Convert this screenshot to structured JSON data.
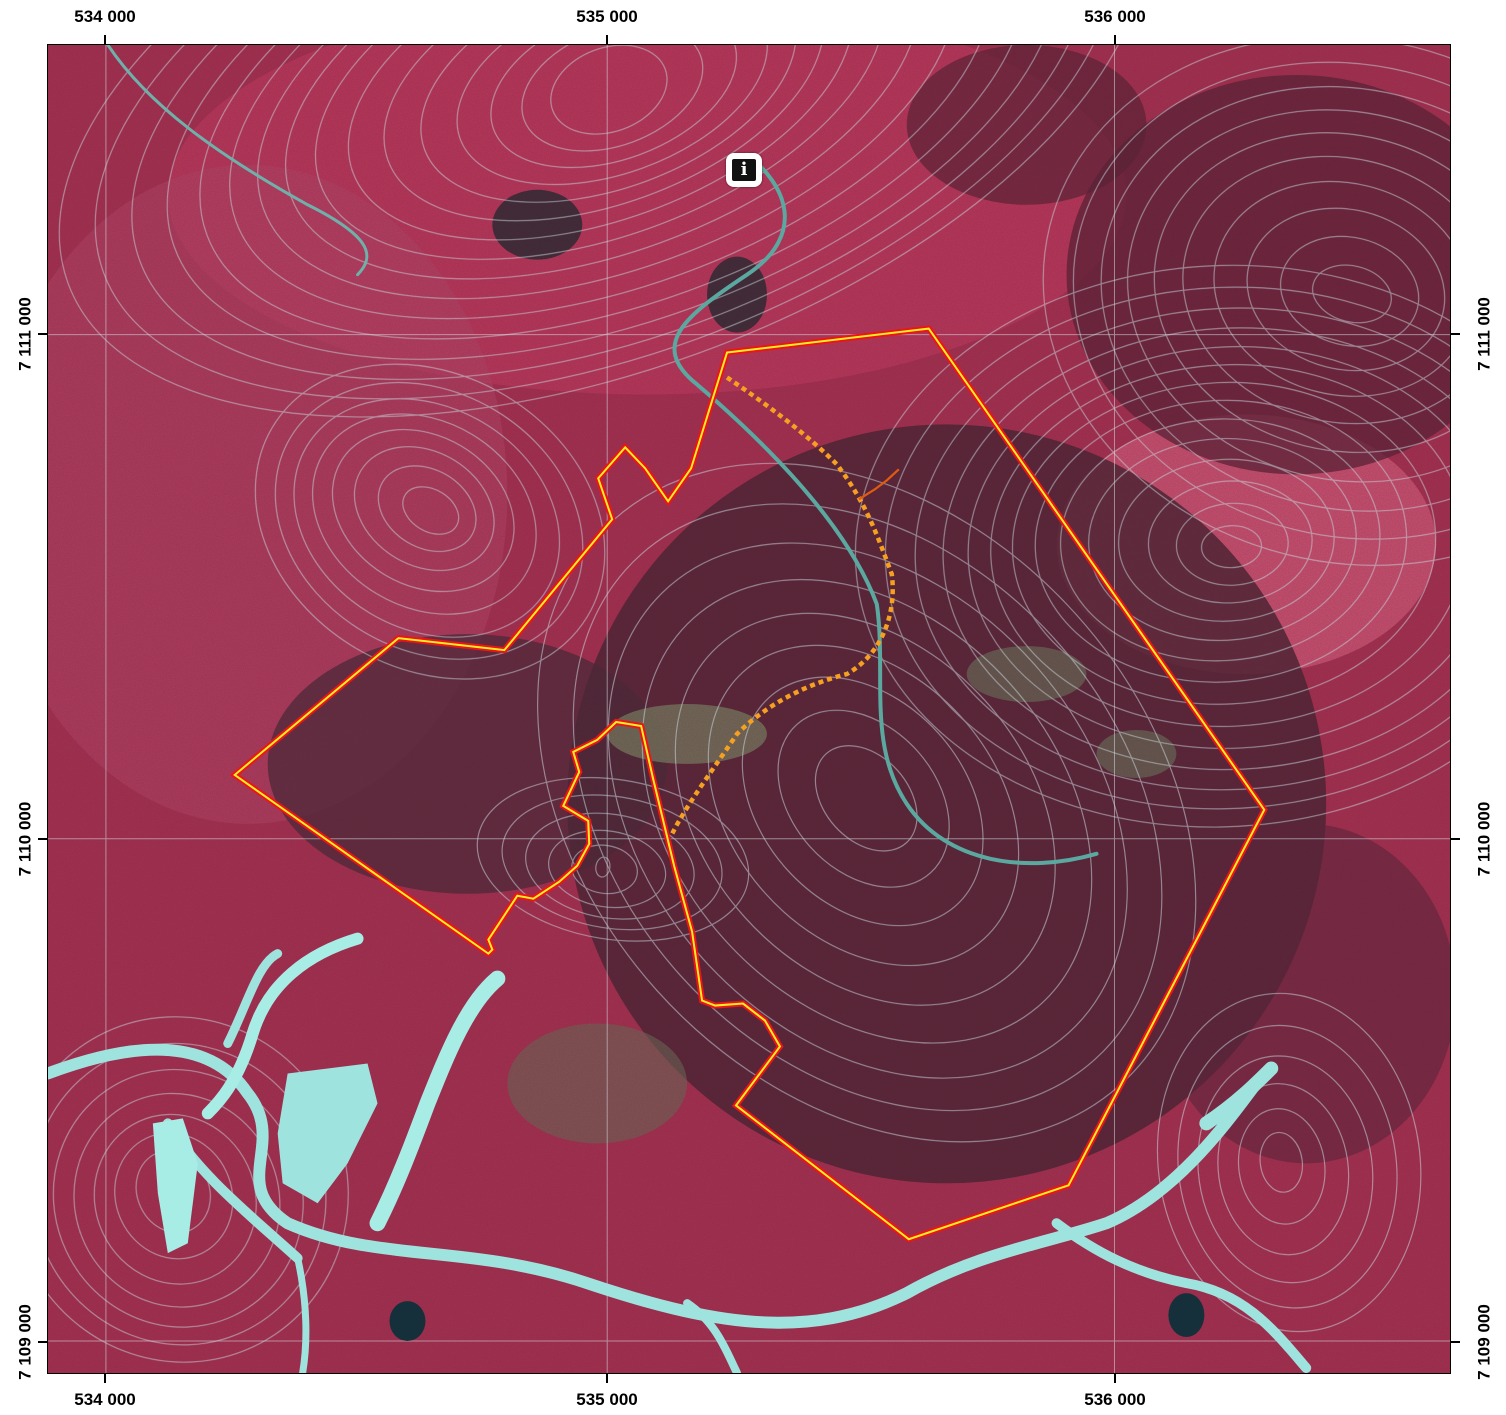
{
  "map": {
    "x_ticks": [
      "534 000",
      "535 000",
      "536 000"
    ],
    "y_ticks": [
      "7 111 000",
      "7 110 000",
      "7 109 000"
    ],
    "info_icon": "info-icon",
    "info_glyph": "i",
    "colors": {
      "boundary_fill": "#ffee22",
      "boundary_stroke": "#e8161b",
      "trail": "#f5a021",
      "stream": "#e05a10",
      "water": "#9fe3df",
      "contour": "#c9d4da",
      "vegetation": "#b7325a",
      "forest": "#4b2431"
    }
  }
}
